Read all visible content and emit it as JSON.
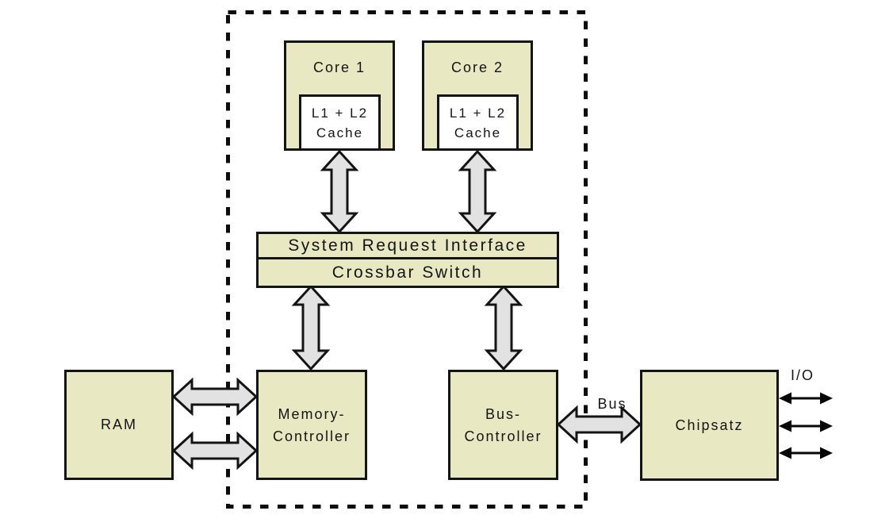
{
  "cpu": {
    "cores": [
      {
        "label": "Core 1",
        "cache": {
          "line1": "L1 + L2",
          "line2": "Cache"
        }
      },
      {
        "label": "Core 2",
        "cache": {
          "line1": "L1 + L2",
          "line2": "Cache"
        }
      }
    ],
    "system_request_interface": "System Request Interface",
    "crossbar_switch": "Crossbar Switch",
    "memory_controller": {
      "line1": "Memory-",
      "line2": "Controller"
    },
    "bus_controller": {
      "line1": "Bus-",
      "line2": "Controller"
    }
  },
  "external": {
    "ram": "RAM",
    "chipset": "Chipsatz",
    "bus_label": "Bus",
    "io_label": "I/O"
  },
  "colors": {
    "box_fill": "#e8e9c3",
    "arrow_fill": "#e2e2e2",
    "outline": "#141414",
    "background": "#ffffff"
  }
}
